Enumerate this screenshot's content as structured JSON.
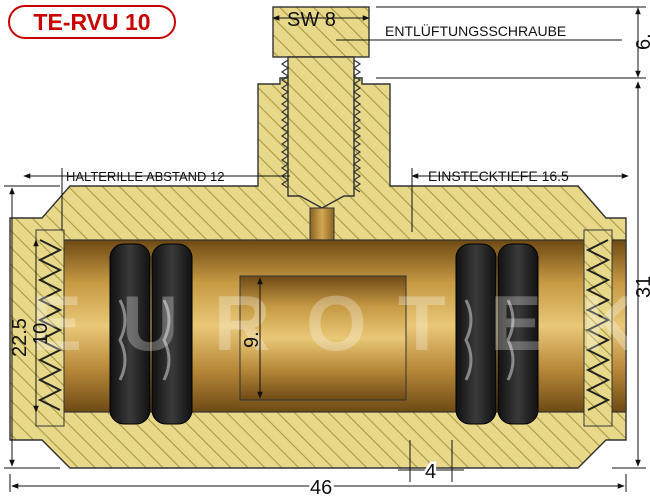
{
  "title_badge": "TE-RVU 10",
  "watermark": [
    "E",
    "U",
    "R",
    "O",
    "T",
    "E",
    "K"
  ],
  "labels": {
    "sw": "SW 8",
    "screw": "ENTLÜFTUNGSSCHRAUBE",
    "groove": "HALTERILLE ABSTAND 12",
    "depth": "EINSTECKTIEFE 16.5"
  },
  "dimensions": {
    "screw_height": "6.",
    "overall_height": "31",
    "outer_diameter": "22.5",
    "pipe_diameter": "10",
    "bore": "9.",
    "overall_length": "46",
    "ring_spacing": "4"
  },
  "colors": {
    "brass": "#e8d98a",
    "hatch": "#a89846",
    "bore_gold": "#b8903a",
    "seal": "#1c1c1c",
    "badge": "#c80000"
  }
}
